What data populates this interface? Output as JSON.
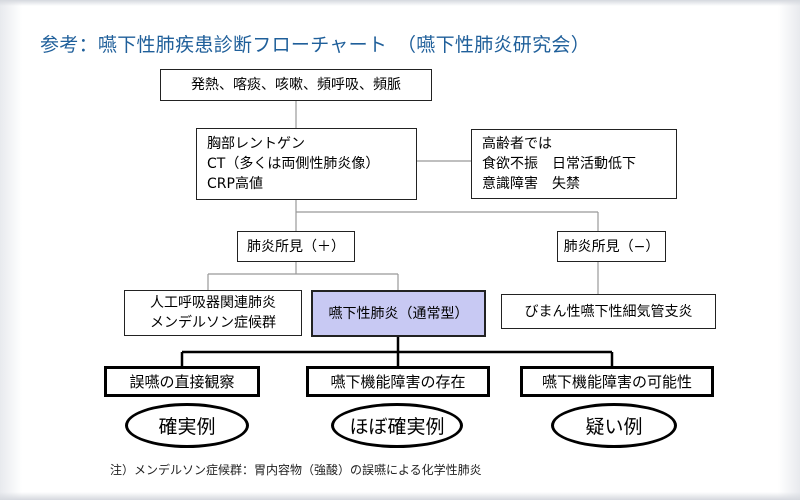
{
  "title": "参考：嚥下性肺疾患診断フローチャート　（嚥下性肺炎研究会）",
  "symptoms": "発熱、喀痰、咳嗽、頻呼吸、頻脈",
  "exam": {
    "lines": [
      "胸部レントゲン",
      "CT（多くは両側性肺炎像）",
      "CRP高値"
    ]
  },
  "elderly": {
    "lines": [
      "高齢者では",
      "食欲不振　日常活動低下",
      "意識障害　失禁"
    ]
  },
  "finding_positive": "肺炎所見（＋）",
  "finding_negative": "肺炎所見（−）",
  "ventilator": {
    "lines": [
      "人工呼吸器関連肺炎",
      "メンデルソン症候群"
    ]
  },
  "typical": "嚥下性肺炎（通常型）",
  "diffuse": "びまん性嚥下性細気管支炎",
  "criteria": [
    {
      "label": "誤嚥の直接観察",
      "result": "確実例"
    },
    {
      "label": "嚥下機能障害の存在",
      "result": "ほぼ確実例"
    },
    {
      "label": "嚥下機能障害の可能性",
      "result": "疑い例"
    }
  ],
  "footnote": "注）メンデルソン症候群：胃内容物（強酸）の誤嚥による化学性肺炎"
}
